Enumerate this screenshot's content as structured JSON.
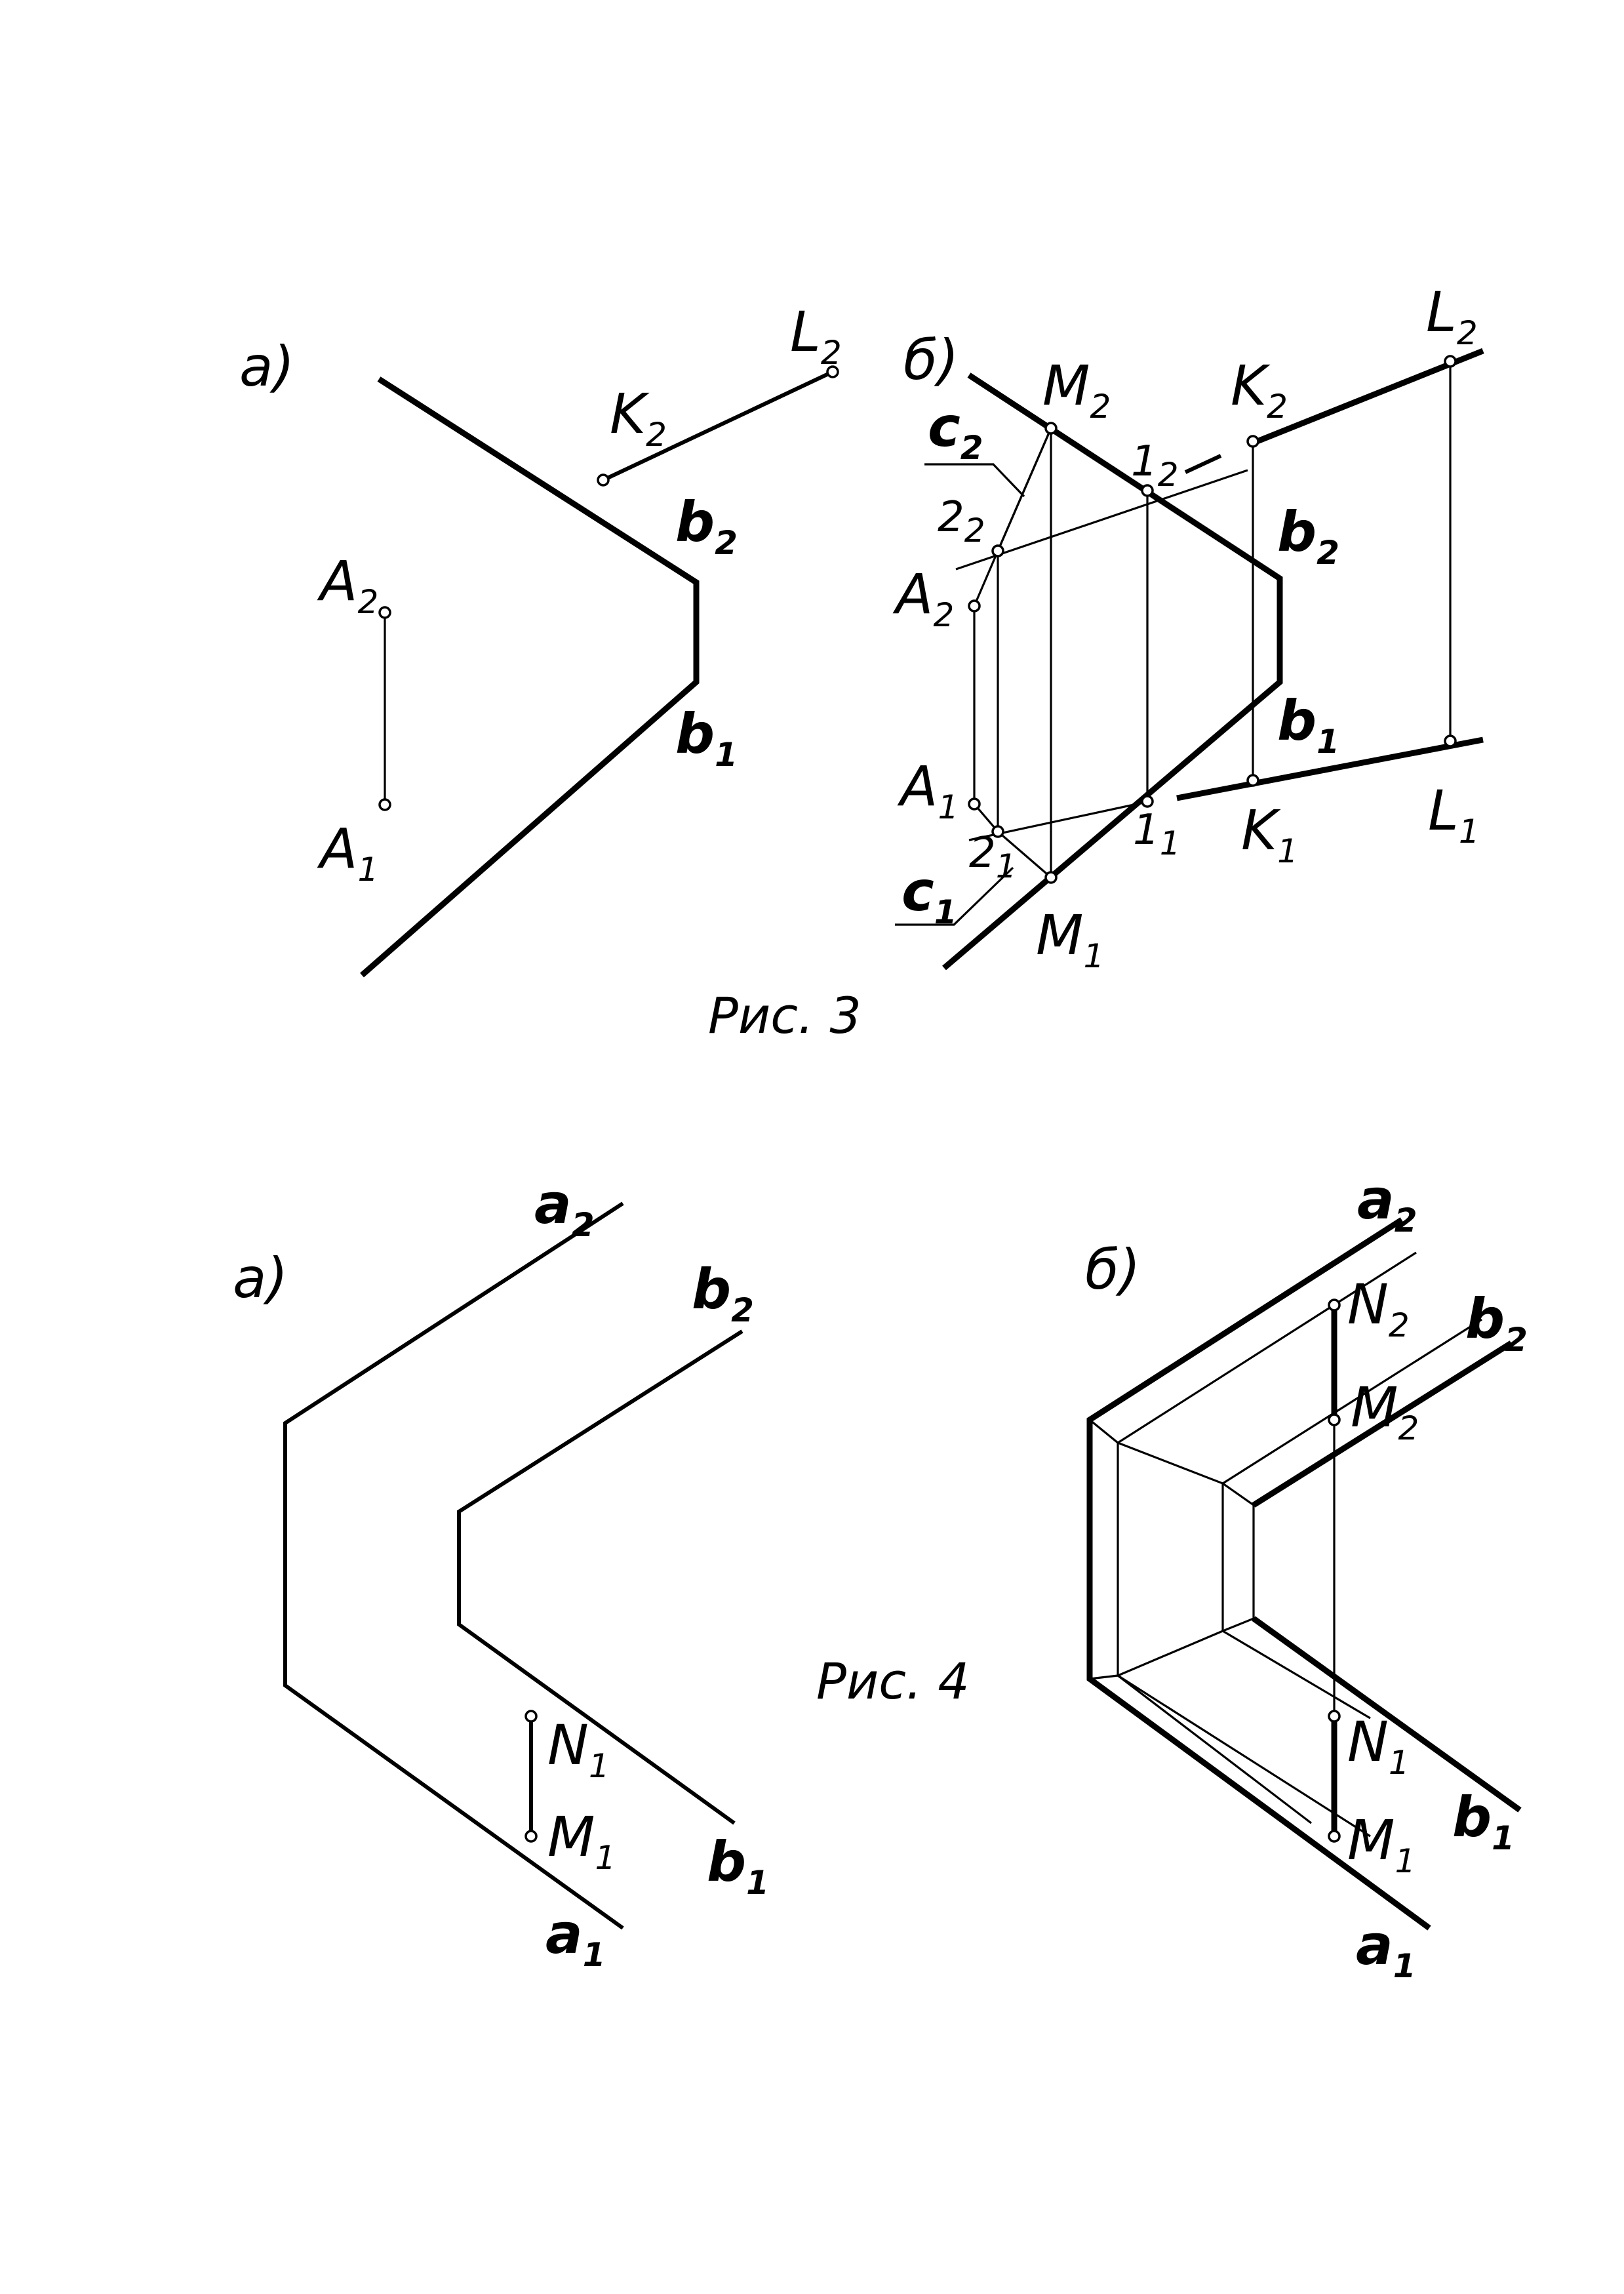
{
  "figure3": {
    "caption": "Рис. 3",
    "part_a": {
      "tag": "а)",
      "labels": {
        "L2": [
          "L",
          "2"
        ],
        "K2": [
          "K",
          "2"
        ],
        "b2": [
          "b",
          "2"
        ],
        "b1": [
          "b",
          "1"
        ],
        "A2": [
          "A",
          "2"
        ],
        "A1": [
          "A",
          "1"
        ]
      }
    },
    "part_b": {
      "tag": "б)",
      "labels": {
        "M2": [
          "M",
          "2"
        ],
        "K2": [
          "K",
          "2"
        ],
        "L2": [
          "L",
          "2"
        ],
        "c2": [
          "c",
          "2"
        ],
        "p12": [
          "1",
          "2"
        ],
        "p22": [
          "2",
          "2"
        ],
        "b2": [
          "b",
          "2"
        ],
        "A2": [
          "A",
          "2"
        ],
        "b1": [
          "b",
          "1"
        ],
        "A1": [
          "A",
          "1"
        ],
        "L1": [
          "L",
          "1"
        ],
        "p11": [
          "1",
          "1"
        ],
        "K1": [
          "K",
          "1"
        ],
        "p21": [
          "2",
          "1"
        ],
        "c1": [
          "c",
          "1"
        ],
        "M1": [
          "M",
          "1"
        ]
      }
    }
  },
  "figure4": {
    "caption": "Рис. 4",
    "part_a": {
      "tag": "а)",
      "labels": {
        "a2": [
          "a",
          "2"
        ],
        "b2": [
          "b",
          "2"
        ],
        "N1": [
          "N",
          "1"
        ],
        "M1": [
          "M",
          "1"
        ],
        "b1": [
          "b",
          "1"
        ],
        "a1": [
          "a",
          "1"
        ]
      }
    },
    "part_b": {
      "tag": "б)",
      "labels": {
        "a2": [
          "a",
          "2"
        ],
        "N2": [
          "N",
          "2"
        ],
        "b2": [
          "b",
          "2"
        ],
        "M2": [
          "M",
          "2"
        ],
        "N1": [
          "N",
          "1"
        ],
        "b1": [
          "b",
          "1"
        ],
        "M1": [
          "M",
          "1"
        ],
        "a1": [
          "a",
          "1"
        ]
      }
    }
  }
}
